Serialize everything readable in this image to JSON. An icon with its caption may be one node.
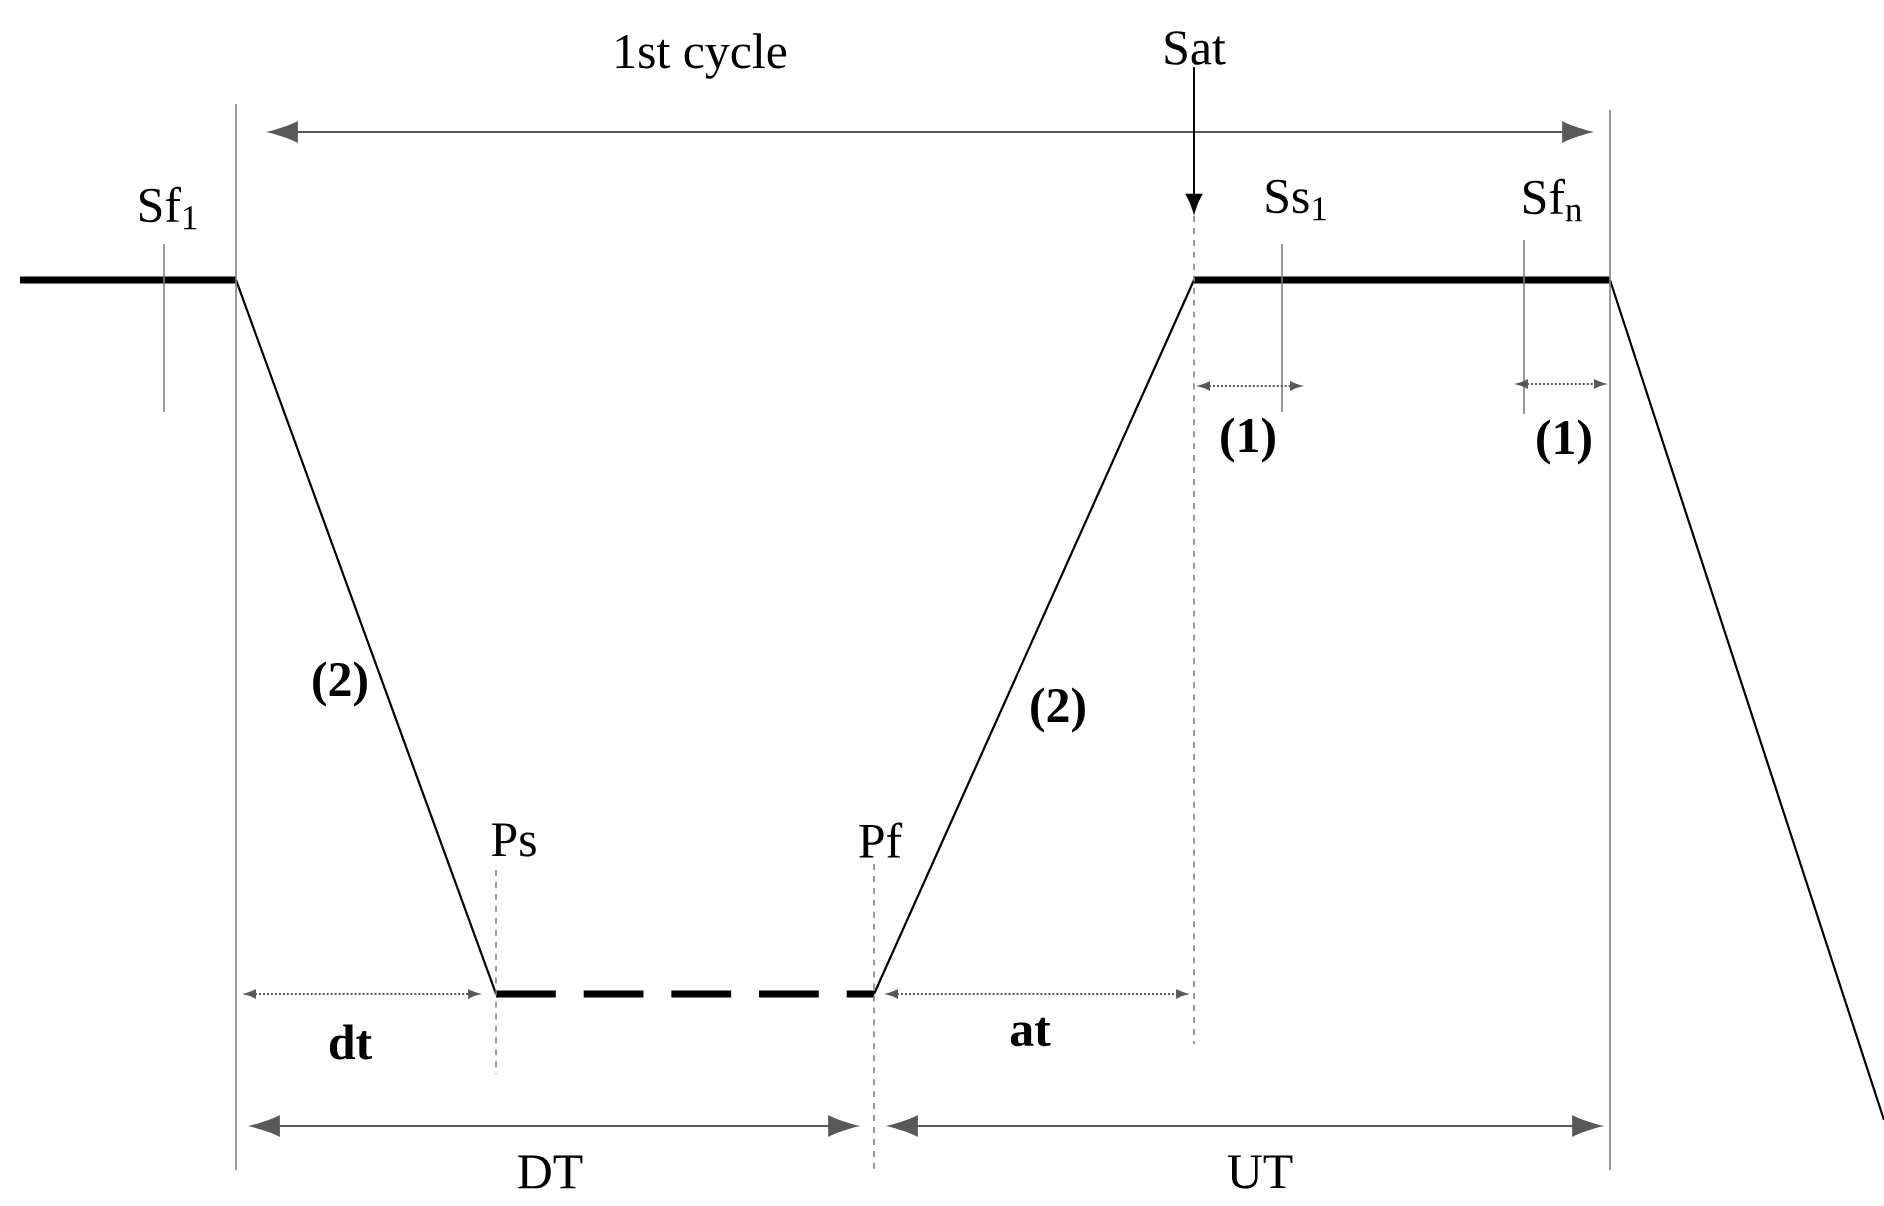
{
  "diagram": {
    "nodes": [
      {
        "text": [
          "Sat"
        ]
      },
      {
        "text": [],
        "shape": "line"
      }
    ],
    "edges": [
      {
        "from": 0,
        "to": 1,
        "arrow": "to"
      }
    ],
    "labels": [
      "1st cycle",
      "Sf$_{1}$",
      "Ss$_{1}$",
      "Sf$_{n}$",
      "(1)",
      "(1)",
      "(2)",
      "(2)",
      "Ps",
      "Pf",
      "dt",
      "at",
      "DT",
      "UT"
    ]
  }
}
